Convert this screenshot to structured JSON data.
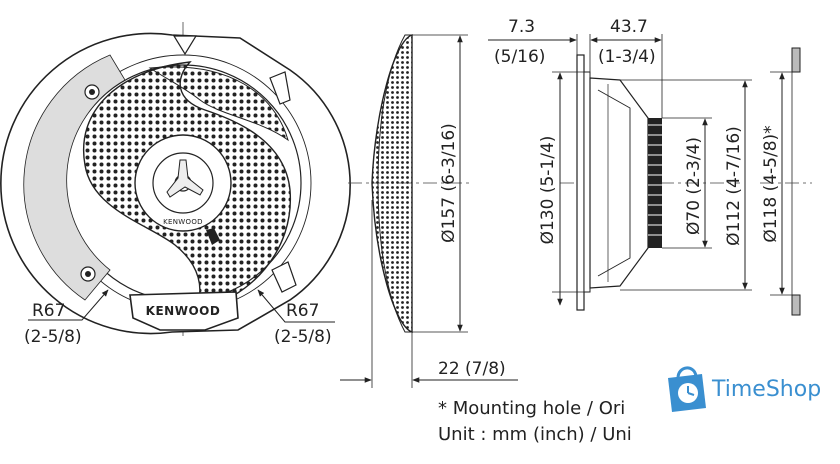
{
  "front_view": {
    "brand_top": "KENWOOD",
    "brand_bottom": "KENWOOD",
    "radius_left_mm": "R67",
    "radius_left_in": "(2-5/8)",
    "radius_right_mm": "R67",
    "radius_right_in": "(2-5/8)"
  },
  "side_view": {
    "outer_diameter": "Ø157 (6-3/16)",
    "grille_depth": "22 (7/8)"
  },
  "section_view": {
    "flange_thickness_mm": "7.3",
    "flange_thickness_in": "(5/16)",
    "mount_depth_mm": "43.7",
    "mount_depth_in": "(1-3/4)",
    "basket_diameter": "Ø130 (5-1/4)",
    "magnet_diameter": "Ø70 (2-3/4)",
    "cutout_diameter": "Ø112 (4-7/16)",
    "mounting_hole_diameter": "Ø118 (4-5/8)*"
  },
  "notes": {
    "mounting_hole": "* Mounting hole / Ori",
    "unit": "Unit : mm (inch) / Uni"
  },
  "watermark": {
    "text": "TimeShop",
    "color": "#3a8fd0",
    "icon": "shopping-bag-clock-icon"
  }
}
